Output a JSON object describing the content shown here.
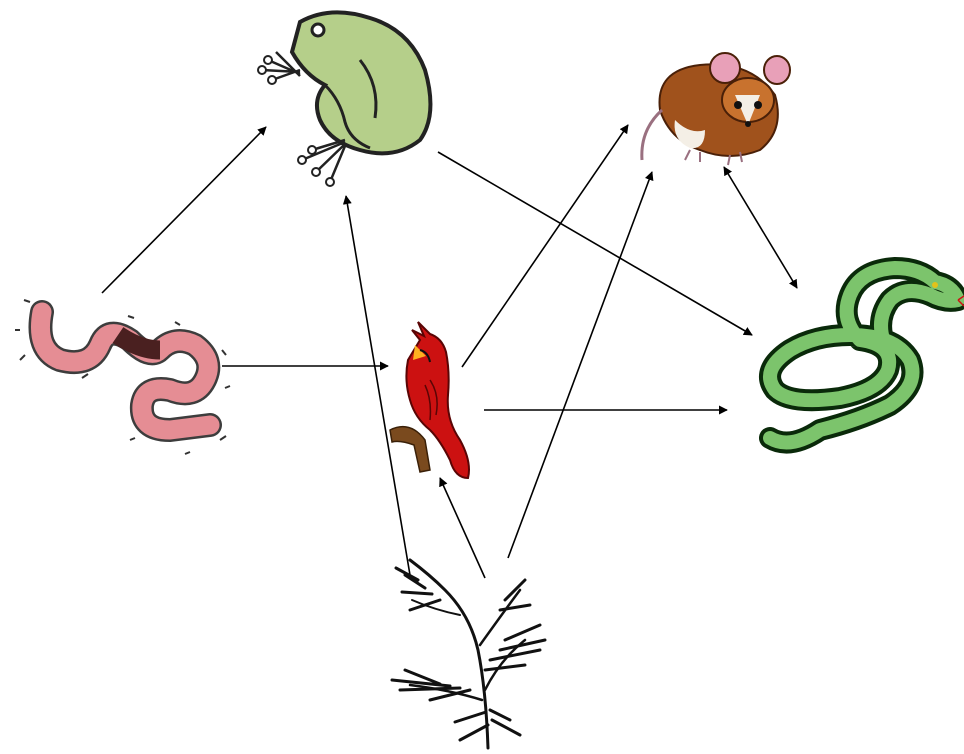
{
  "diagram": {
    "type": "food-web",
    "nodes": [
      {
        "id": "frog",
        "icon": "frog-icon"
      },
      {
        "id": "mouse",
        "icon": "mouse-icon"
      },
      {
        "id": "worm",
        "icon": "worm-icon"
      },
      {
        "id": "bird",
        "icon": "cardinal-bird-icon"
      },
      {
        "id": "snake",
        "icon": "snake-icon"
      },
      {
        "id": "plant",
        "icon": "plant-icon"
      }
    ],
    "edges": [
      {
        "from": "worm",
        "to": "frog"
      },
      {
        "from": "worm",
        "to": "bird"
      },
      {
        "from": "frog",
        "to": "snake"
      },
      {
        "from": "bird",
        "to": "mouse"
      },
      {
        "from": "bird",
        "to": "snake"
      },
      {
        "from": "mouse",
        "to": "snake"
      },
      {
        "from": "plant",
        "to": "frog"
      },
      {
        "from": "plant",
        "to": "bird"
      },
      {
        "from": "plant",
        "to": "mouse"
      }
    ],
    "colors": {
      "frog_fill": "#b5cf8a",
      "frog_outline": "#222222",
      "mouse_fur": "#a0521c",
      "mouse_ears": "#e8a0b8",
      "worm_body": "#e58d94",
      "worm_band": "#4a2020",
      "bird_red": "#cc1111",
      "branch_brown": "#7a4a1e",
      "snake_green": "#7cc46c",
      "snake_dark": "#0a2a0a",
      "plant_black": "#111111",
      "arrow": "#000000"
    }
  }
}
